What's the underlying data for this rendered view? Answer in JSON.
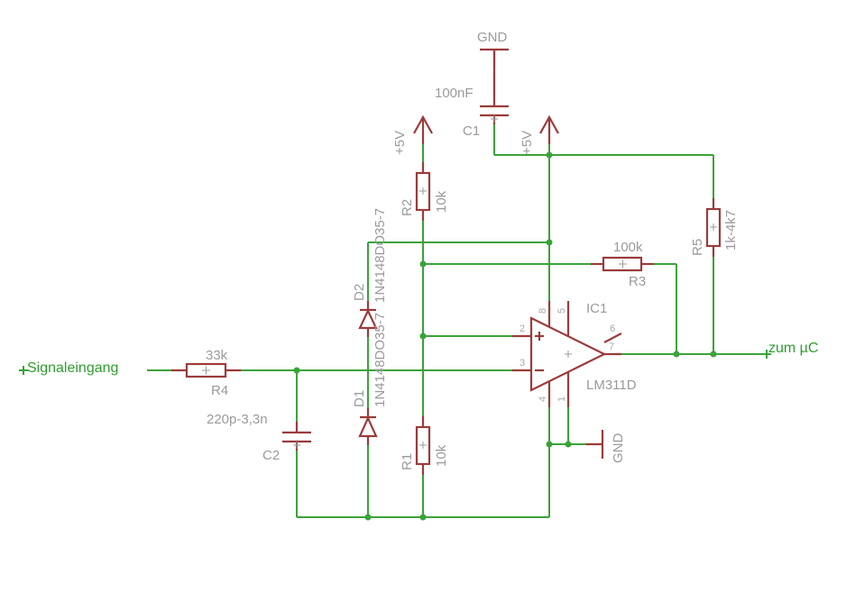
{
  "nets": {
    "input": "Signaleingang",
    "output": "zum µC",
    "gnd_top": "GND",
    "gnd_right": "GND",
    "vcc_left": "+5V",
    "vcc_right": "+5V"
  },
  "parts": {
    "R1": {
      "name": "R1",
      "value": "10k"
    },
    "R2": {
      "name": "R2",
      "value": "10k"
    },
    "R3": {
      "name": "R3",
      "value": "100k"
    },
    "R4": {
      "name": "R4",
      "value": "33k"
    },
    "R5": {
      "name": "R5",
      "value": "1k-4k7"
    },
    "C1": {
      "name": "C1",
      "value": "100nF"
    },
    "C2": {
      "name": "C2",
      "value": "220p-3,3n"
    },
    "D1": {
      "name": "D1",
      "value": "1N4148DO35-7"
    },
    "D2": {
      "name": "D2",
      "value": "1N4148DO35-7"
    },
    "IC1": {
      "name": "IC1",
      "value": "LM311D"
    }
  },
  "pins": {
    "p1": "1",
    "p2": "2",
    "p3": "3",
    "p4": "4",
    "p5": "5",
    "p6": "6",
    "p7": "7",
    "p8": "8"
  },
  "colors": {
    "wire": "#3aa33a",
    "part": "#9b3b3b",
    "label": "#9a9a9a"
  }
}
